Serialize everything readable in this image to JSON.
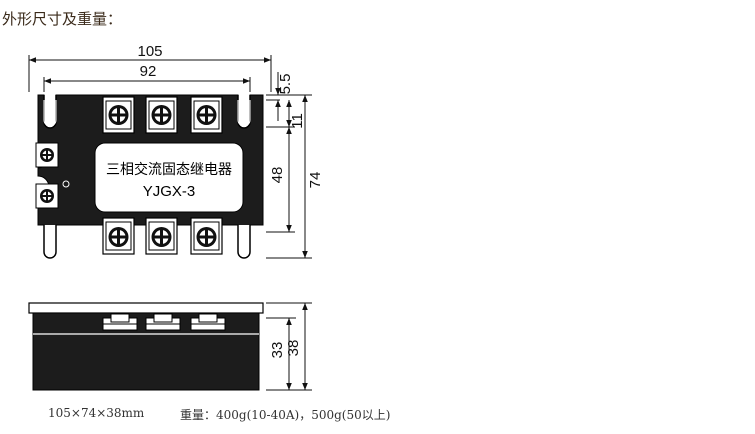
{
  "heading": "外形尺寸及重量：",
  "label": {
    "line1": "三相交流固态继电器",
    "model": "YJGX-3"
  },
  "dimensions": {
    "width_total": "105",
    "width_holes": "92",
    "offset_top": "5.5",
    "slot_height": "11",
    "hole_pitch": "48",
    "height_total": "74",
    "height_body": "33",
    "height_total_side": "38"
  },
  "footer": {
    "size": "105×74×38mm",
    "weight": "重量：400g(10-40A)，500g(50以上)"
  }
}
